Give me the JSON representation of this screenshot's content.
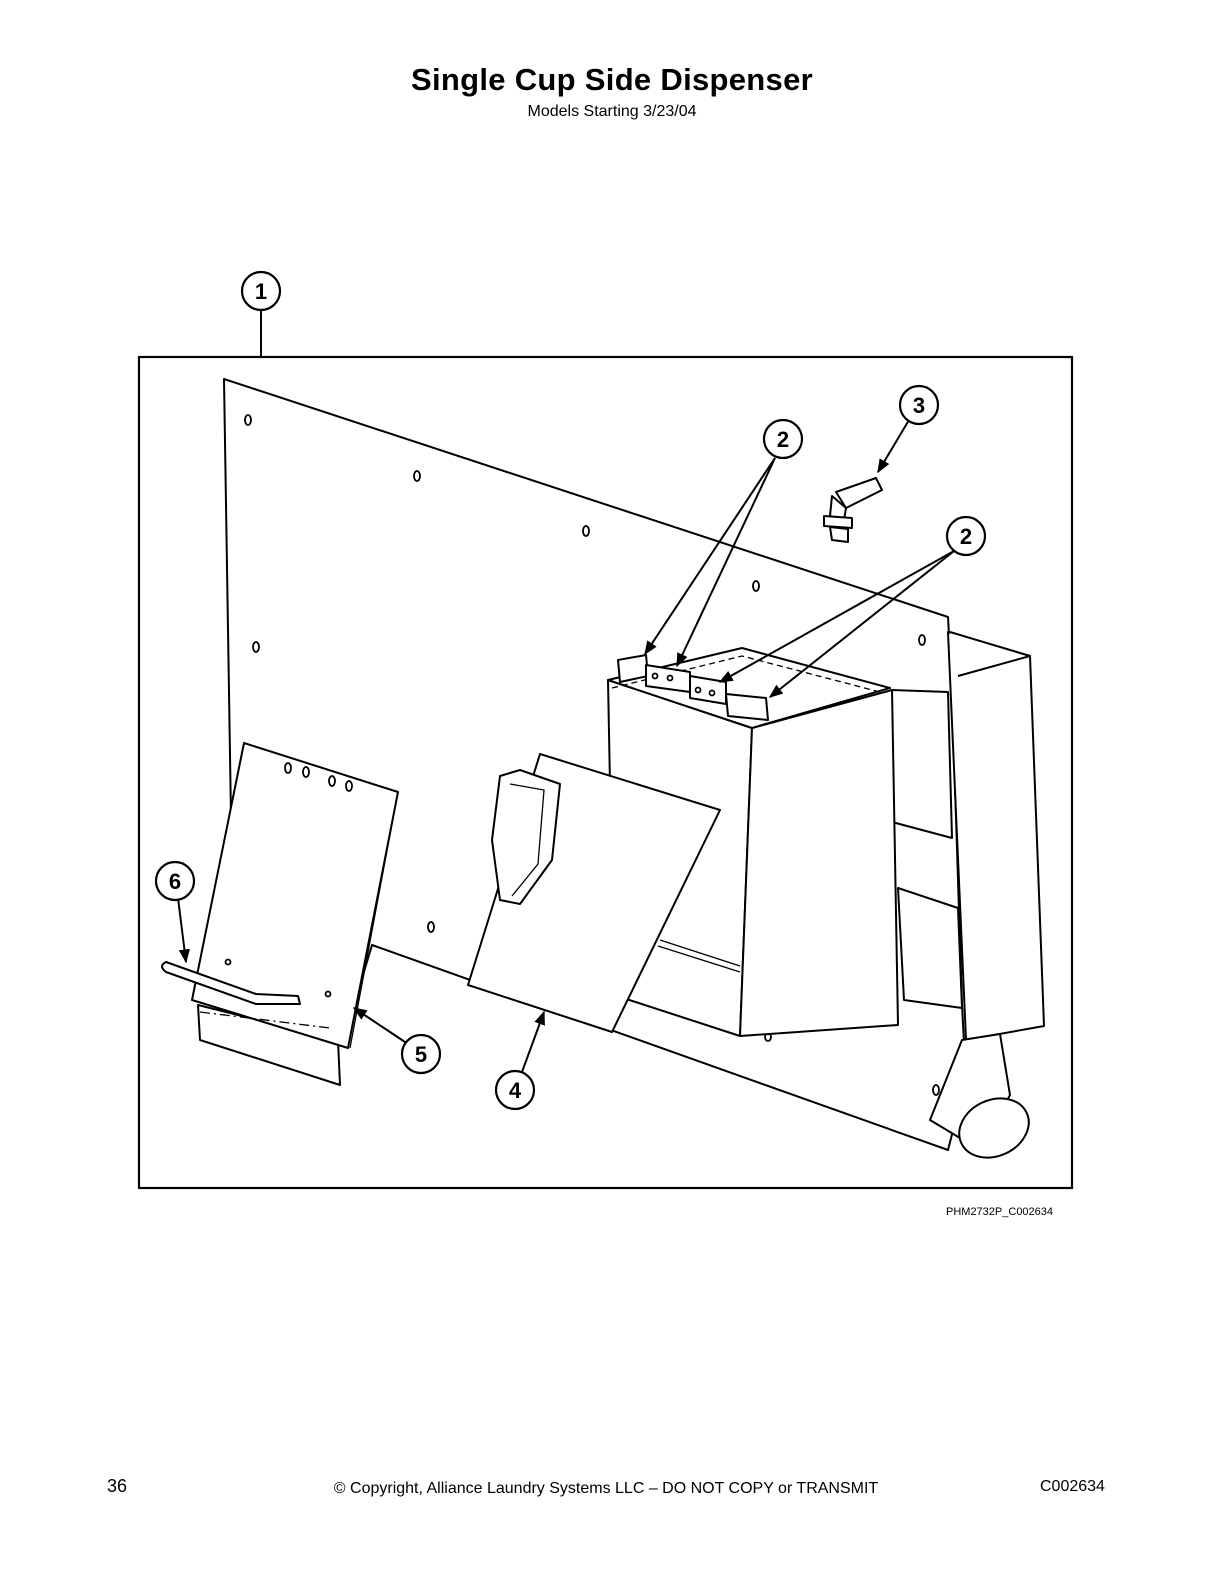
{
  "header": {
    "title": "Single Cup Side Dispenser",
    "subtitle": "Models Starting 3/23/04"
  },
  "diagram": {
    "callouts": [
      "1",
      "2",
      "2",
      "3",
      "4",
      "5",
      "6"
    ],
    "drawing_id": "PHM2732P_C002634"
  },
  "footer": {
    "page_number": "36",
    "copyright": "© Copyright, Alliance Laundry Systems LLC – DO NOT COPY or TRANSMIT",
    "doc_code": "C002634"
  }
}
